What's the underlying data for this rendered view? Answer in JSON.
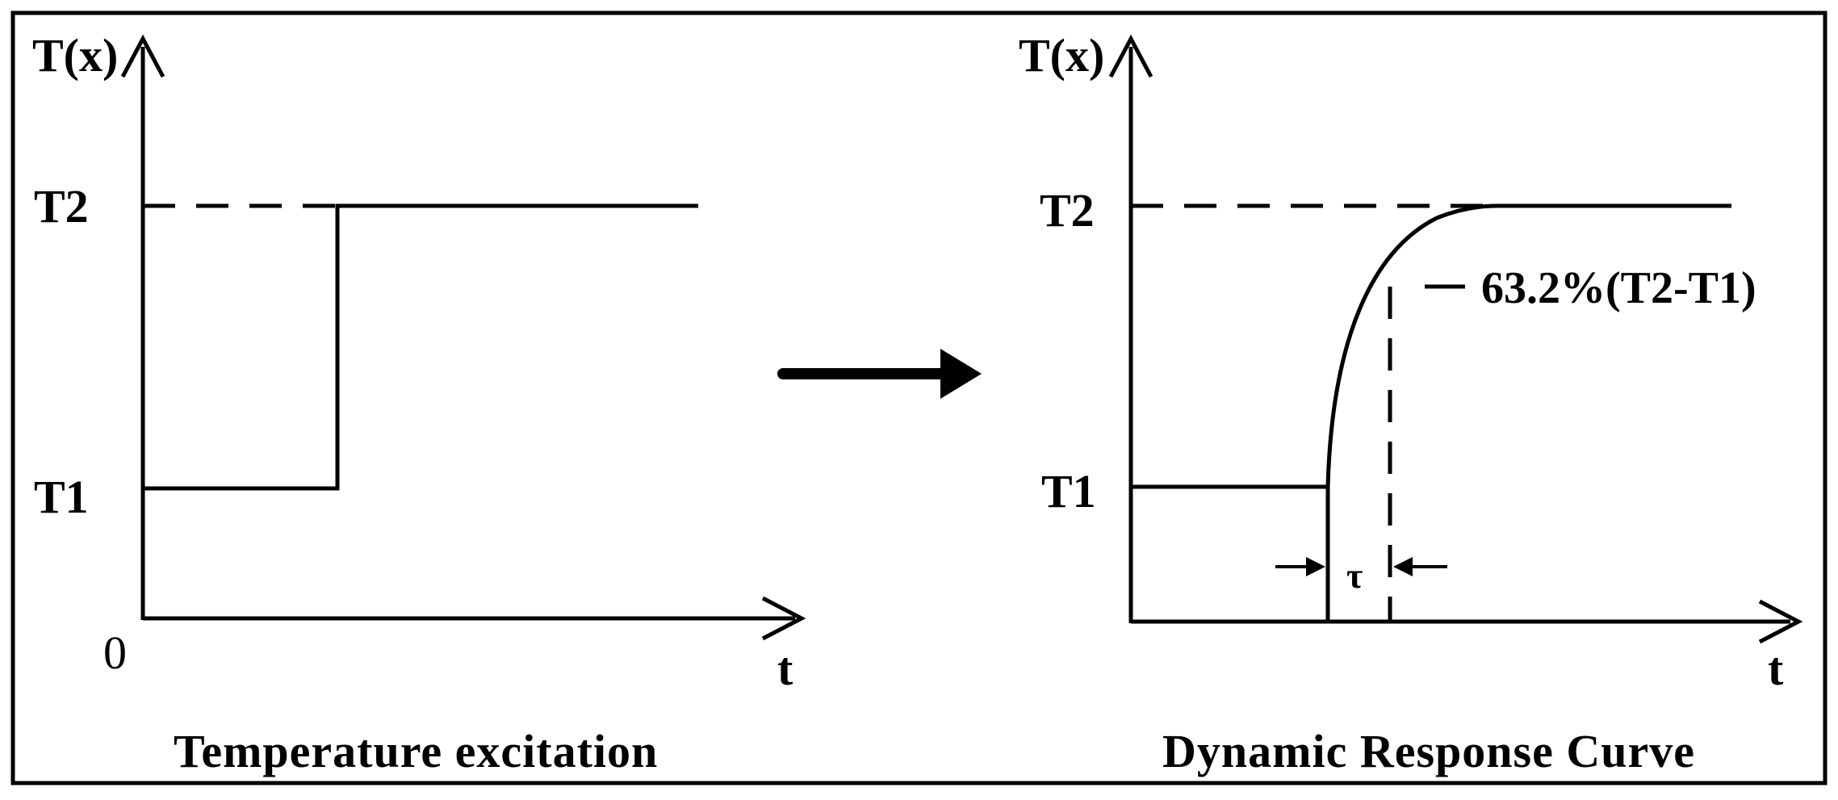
{
  "left_panel": {
    "y_axis_label": "T(x)",
    "x_axis_label": "t",
    "origin_label": "0",
    "level_high": "T2",
    "level_low": "T1",
    "caption": "Temperature excitation"
  },
  "right_panel": {
    "y_axis_label": "T(x)",
    "x_axis_label": "t",
    "level_high": "T2",
    "level_low": "T1",
    "annotation": "63.2%(T2-T1)",
    "time_constant_label": "τ",
    "caption": "Dynamic Response Curve"
  },
  "transition_arrow": "right-arrow"
}
